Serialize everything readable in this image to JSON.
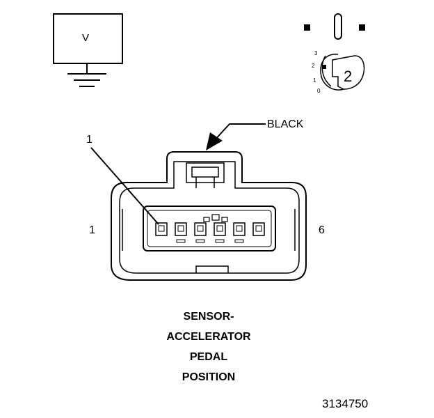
{
  "meter": {
    "symbol": "V"
  },
  "ignition_key": {
    "position_number": "2",
    "scale_labels": [
      "3",
      "2",
      "1",
      "0"
    ]
  },
  "connector": {
    "color_label": "BLACK",
    "callout_label": "1",
    "pin_label_left": "1",
    "pin_label_right": "6",
    "pin_count": 6
  },
  "title_lines": [
    "SENSOR-",
    "ACCELERATOR",
    "PEDAL",
    "POSITION"
  ],
  "figure_number": "3134750"
}
